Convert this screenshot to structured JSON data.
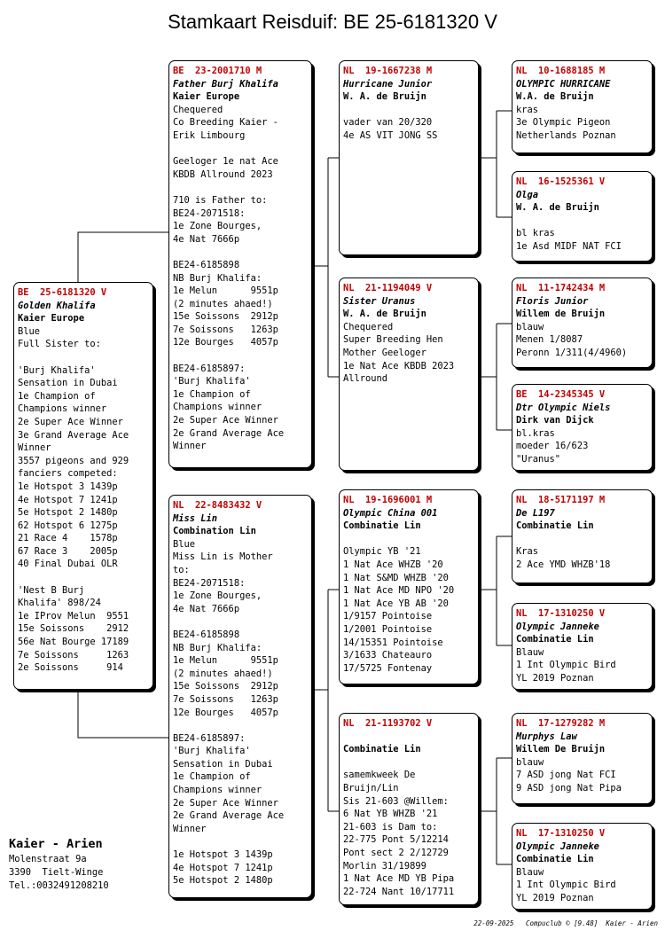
{
  "title": "Stamkaart Reisduif: BE  25-6181320 V",
  "pigeons": {
    "subject": {
      "ring": "BE  25-6181320 V",
      "name": "Golden Khalifa",
      "breeder": "Kaier Europe",
      "lines": [
        "Blue",
        "Full Sister to:",
        "",
        "'Burj Khalifa'",
        "Sensation in Dubai",
        "1e Champion of",
        "Champions winner",
        "2e Super Ace Winner",
        "3e Grand Average Ace",
        "Winner",
        "3557 pigeons and 929",
        "fanciers competed:",
        "1e Hotspot 3 1439p",
        "4e Hotspot 7 1241p",
        "5e Hotspot 2 1480p",
        "62 Hotspot 6 1275p",
        "21 Race 4    1578p",
        "67 Race 3    2005p",
        "40 Final Dubai OLR",
        "",
        "'Nest B Burj",
        "Khalifa' 898/24",
        "1e IProv Melun  9551",
        "15e Soissons    2912",
        "56e Nat Bourge 17189",
        "7e Soissons     1263",
        "2e Soissons     914"
      ]
    },
    "father": {
      "ring": "BE  23-2001710 M",
      "name": "Father Burj Khalifa",
      "breeder": "Kaier Europe",
      "lines": [
        "Chequered",
        "Co Breeding Kaier -",
        "Erik Limbourg",
        "",
        "Geeloger 1e nat Ace",
        "KBDB Allround 2023",
        "",
        "710 is Father to:",
        "BE24-2071518:",
        "1e Zone Bourges,",
        "4e Nat 7666p",
        "",
        "BE24-6185898",
        "NB Burj Khalifa:",
        "1e Melun      9551p",
        "(2 minutes ahaed!)",
        "15e Soissons  2912p",
        "7e Soissons   1263p",
        "12e Bourges   4057p",
        "",
        "BE24-6185897:",
        "'Burj Khalifa'",
        "1e Champion of",
        "Champions winner",
        "2e Super Ace Winner",
        "2e Grand Average Ace",
        "Winner"
      ]
    },
    "mother": {
      "ring": "NL  22-8483432 V",
      "name": "Miss Lin",
      "breeder": "Combination Lin",
      "lines": [
        "Blue",
        "Miss Lin is Mother",
        "to:",
        "BE24-2071518:",
        "1e Zone Bourges,",
        "4e Nat 7666p",
        "",
        "BE24-6185898",
        "NB Burj Khalifa:",
        "1e Melun      9551p",
        "(2 minutes ahaed!)",
        "15e Soissons  2912p",
        "7e Soissons   1263p",
        "12e Bourges   4057p",
        "",
        "BE24-6185897:",
        "'Burj Khalifa'",
        "Sensation in Dubai",
        "1e Champion of",
        "Champions winner",
        "2e Super Ace Winner",
        "2e Grand Average Ace",
        "Winner",
        "",
        "1e Hotspot 3 1439p",
        "4e Hotspot 7 1241p",
        "5e Hotspot 2 1480p"
      ]
    },
    "ff": {
      "ring": "NL  19-1667238 M",
      "name": "Hurricane Junior",
      "breeder": "W. A. de Bruijn",
      "lines": [
        "",
        "vader van 20/320",
        "4e AS VIT JONG SS"
      ]
    },
    "fm": {
      "ring": "NL  21-1194049 V",
      "name": "Sister Uranus",
      "breeder": "W. A. de Bruijn",
      "lines": [
        "Chequered",
        "Super Breeding Hen",
        "Mother Geeloger",
        "1e Nat Ace KBDB 2023",
        "Allround"
      ]
    },
    "mf": {
      "ring": "NL  19-1696001 M",
      "name": "Olympic China 001",
      "breeder": "Combinatie Lin",
      "lines": [
        "",
        "Olympic YB '21",
        "1 Nat Ace WHZB '20",
        "1 Nat S&MD WHZB '20",
        "1 Nat Ace MD NPO '20",
        "1 Nat Ace YB AB '20",
        "1/9157 Pointoise",
        "1/2001 Pointoise",
        "14/15351 Pointoise",
        "3/1633 Chateauro",
        "17/5725 Fontenay"
      ]
    },
    "mm": {
      "ring": "NL  21-1193702 V",
      "name": "",
      "breeder": "Combinatie Lin",
      "lines": [
        "",
        "samemkweek De",
        "Bruijn/Lin",
        "Sis 21-603 @Willem:",
        "6 Nat YB WHZB '21",
        "21-603 is Dam to:",
        "22-775 Pont 5/12214",
        "Pont sect 2 2/12729",
        "Morlin 31/19899",
        "1 Nat Ace MD YB Pipa",
        "22-724 Nant 10/17711"
      ]
    },
    "fff": {
      "ring": "NL  10-1688185 M",
      "name": "OLYMPIC HURRICANE",
      "breeder": "W.A. de Bruijn",
      "lines": [
        "kras",
        "3e Olympic Pigeon",
        "Netherlands Poznan"
      ]
    },
    "ffm": {
      "ring": "NL  16-1525361 V",
      "name": "Olga",
      "breeder": "W. A. de Bruijn",
      "lines": [
        "",
        "bl kras",
        "1e Asd MIDF NAT FCI"
      ]
    },
    "fmf": {
      "ring": "NL  11-1742434 M",
      "name": "Floris Junior",
      "breeder": "Willem de Bruijn",
      "lines": [
        "blauw",
        "Menen 1/8087",
        "Peronn 1/311(4/4960)"
      ]
    },
    "fmm": {
      "ring": "BE  14-2345345 V",
      "name": "Dtr Olympic Niels",
      "breeder": "Dirk van Dijck",
      "lines": [
        "bl.kras",
        "moeder 16/623",
        "\"Uranus\""
      ]
    },
    "mff": {
      "ring": "NL  18-5171197 M",
      "name": "De L197",
      "breeder": "Combinatie Lin",
      "lines": [
        "",
        "Kras",
        "2 Ace YMD WHZB'18"
      ]
    },
    "mfm": {
      "ring": "NL  17-1310250 V",
      "name": "Olympic Janneke",
      "breeder": "Combinatie Lin",
      "lines": [
        "Blauw",
        "1 Int Olympic Bird",
        "YL 2019 Poznan"
      ]
    },
    "mmf": {
      "ring": "NL  17-1279282 M",
      "name": "Murphys Law",
      "breeder": "Willem De Bruijn",
      "lines": [
        "blauw",
        "7 ASD jong Nat FCI",
        "9 ASD jong Nat Pipa"
      ]
    },
    "mmm": {
      "ring": "NL  17-1310250 V",
      "name": "Olympic Janneke",
      "breeder": "Combinatie Lin",
      "lines": [
        "Blauw",
        "1 Int Olympic Bird",
        "YL 2019 Poznan"
      ]
    }
  },
  "owner": {
    "name": "Kaier - Arien",
    "address1": "Molenstraat 9a",
    "address2": "3390  Tielt-Winge",
    "phone": "Tel.:0032491208210"
  },
  "footer": "22-09-2025   Compuclub © [9.48]  Kaier - Arien",
  "colors": {
    "ring": "#c00000",
    "border": "#000000",
    "background": "#ffffff"
  }
}
